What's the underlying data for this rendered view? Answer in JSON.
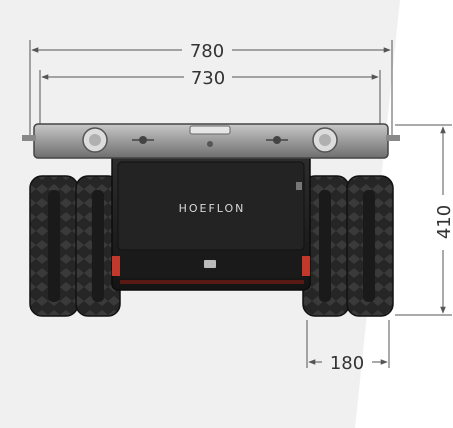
{
  "brand": {
    "label": "HOEFLON"
  },
  "dimensions": {
    "overall_width": "780",
    "inner_width": "730",
    "height": "410",
    "track_width": "180"
  },
  "colors": {
    "background_tint": "#f0f0f0",
    "dimension_line": "#555555",
    "body": "#1f1f1f",
    "tire": "#2a2a2a",
    "frame": "#9a9a9a",
    "accent": "#c0392b"
  }
}
